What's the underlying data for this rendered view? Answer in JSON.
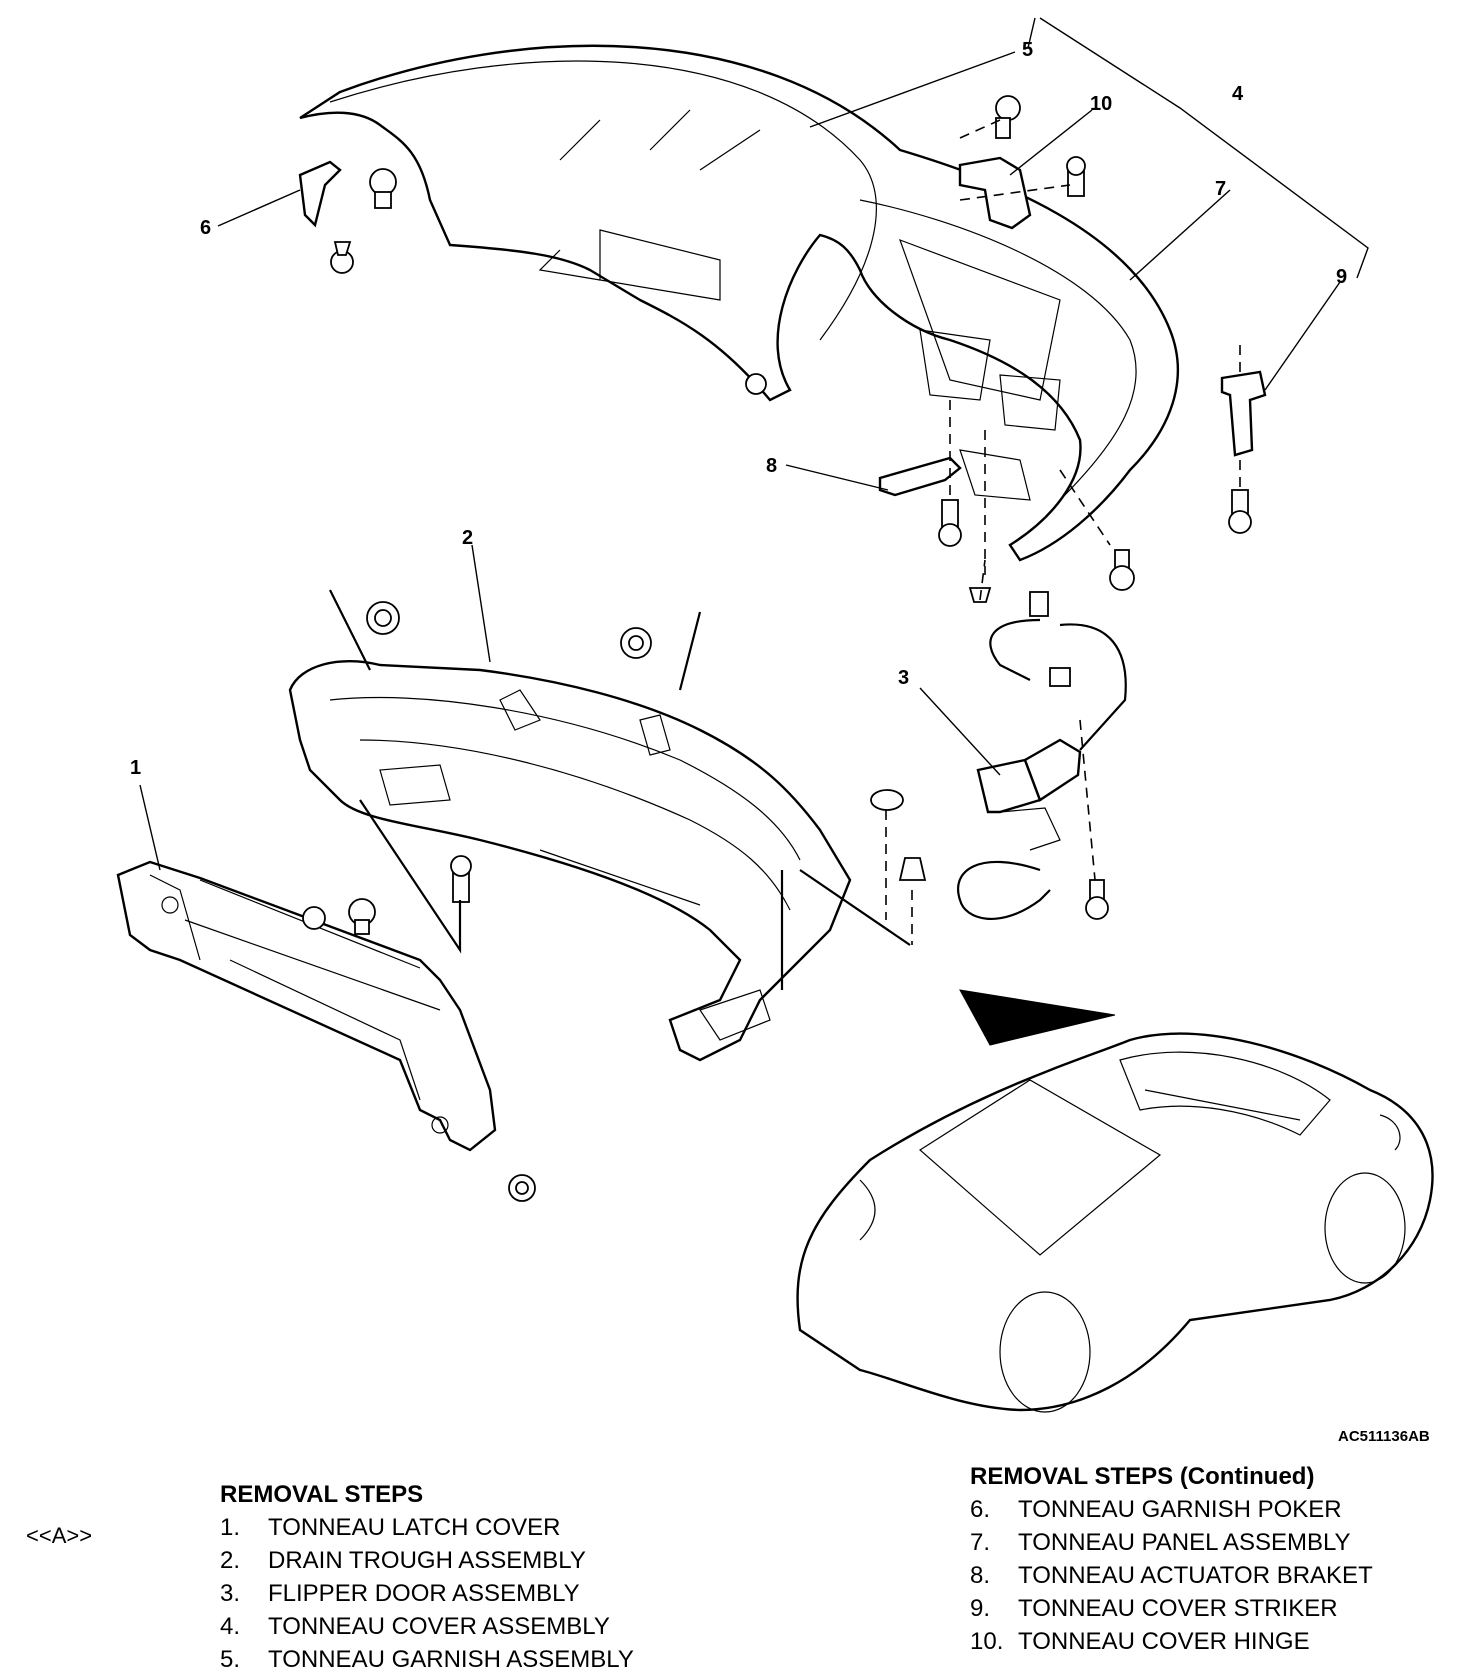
{
  "diagram": {
    "callouts": [
      "1",
      "2",
      "3",
      "4",
      "5",
      "6",
      "7",
      "8",
      "9",
      "10"
    ]
  },
  "figure_code": "AC511136AB",
  "note_ref": "<<A>>",
  "steps_left": {
    "header": "REMOVAL STEPS",
    "items": [
      {
        "num": "1.",
        "text": "TONNEAU LATCH COVER"
      },
      {
        "num": "2.",
        "text": "DRAIN TROUGH ASSEMBLY"
      },
      {
        "num": "3.",
        "text": "FLIPPER DOOR ASSEMBLY"
      },
      {
        "num": "4.",
        "text": "TONNEAU COVER ASSEMBLY"
      },
      {
        "num": "5.",
        "text": "TONNEAU GARNISH ASSEMBLY"
      }
    ]
  },
  "steps_right": {
    "header": "REMOVAL STEPS (Continued)",
    "items": [
      {
        "num": "6.",
        "text": "TONNEAU GARNISH POKER"
      },
      {
        "num": "7.",
        "text": "TONNEAU PANEL ASSEMBLY"
      },
      {
        "num": "8.",
        "text": "TONNEAU ACTUATOR BRAKET"
      },
      {
        "num": "9.",
        "text": "TONNEAU COVER STRIKER"
      },
      {
        "num": "10.",
        "text": "TONNEAU COVER HINGE"
      }
    ]
  }
}
